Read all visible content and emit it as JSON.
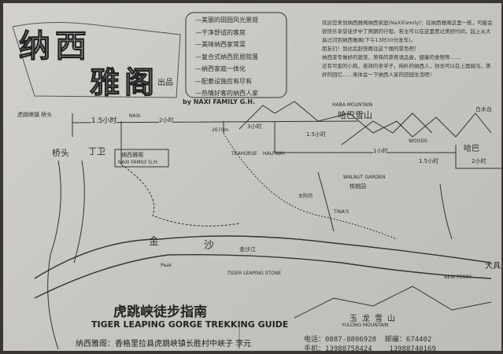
{
  "header": {
    "title_line1": "纳西",
    "title_line2": "雅阁",
    "title_suffix": "出品",
    "byline": "by NAXI FAMILY G.H.",
    "features": [
      "—美丽的田园风光景观",
      "—干净舒适的客房",
      "—美味纳西家常菜",
      "—复合式纳西民居院落",
      "—纳西家庭一体化",
      "—配套设施应有尽有",
      "—热情好客的纳西人家"
    ]
  },
  "intro": {
    "paragraphs": [
      "欢迎您来到纳西雅阁纳西家庭(NaXiFamily)：在纳西雅阁这里一栋，可能会很快乐享受徒步中丁爽朗的行程。若主可以在这里度过美好时间，起上从大具过河到纳西雅阁(下午13时30分发车)。",
      "朋友们！到达后赶快再往这个丽的景色吧！",
      "纳西菜专做好的蔬菜，美味的菜肴请品尝，健康的食物等……",
      "还有可爱的小狗，慈祥的老爷子，纯朴的纳西人，你也可以在上面骑马，美好的回忆……来体会一下纳西人家的田园生活吧！"
    ]
  },
  "route": {
    "start_label": "虎跳峡镇 桥头",
    "segments": [
      "1.5小时",
      "2小时",
      "3小时",
      "1.5小时",
      "1小时",
      "1.5小时",
      "2小时"
    ],
    "naxi_label": "NAXI",
    "altitude": "2670m",
    "woods_label": "WOODS",
    "guesthouse_cn": "纳西雅阁",
    "guesthouse_en": "NAXI FAMILY G.H."
  },
  "places": {
    "qiaotou": "桥头",
    "dingwei": "丁卫",
    "haba_cn": "哈巴雪山",
    "haba_en": "HABA MOUNTAIN",
    "baishuitai": "白水台",
    "haba_village": "哈巴",
    "jinsha": "金沙江",
    "jinsha_c1": "金",
    "jinsha_c2": "沙",
    "tiger_stone": "TIGER LEAPING STONE",
    "walnut_en": "WALNUT GARDEN",
    "walnut_cn": "核桃园",
    "tinas": "TINA'S",
    "new_ferry": "NEW FERRY",
    "daju": "大具",
    "halfway": "HALFWAY",
    "teahorse": "TEAHORSE",
    "peak": "Peak",
    "taiyanghe": "太阳河",
    "yulong_cn": "玉龙雪山",
    "yulong_en": "YULONG MOUNTAIN"
  },
  "guide_title": {
    "cn": "虎跳峡徒步指南",
    "en": "TIGER LEAPING GORGE TREKKING GUIDE"
  },
  "footer": {
    "address": "纳西雅阁：香格里拉县虎跳峡镇长胜村中峡子 李元",
    "phone_label": "电话：",
    "phone": "0887-8806928",
    "zip_label": "邮编：",
    "zip": "674402",
    "mobile_label": "手机：",
    "mobile1": "13988758424",
    "mobile2": "13988740169"
  }
}
